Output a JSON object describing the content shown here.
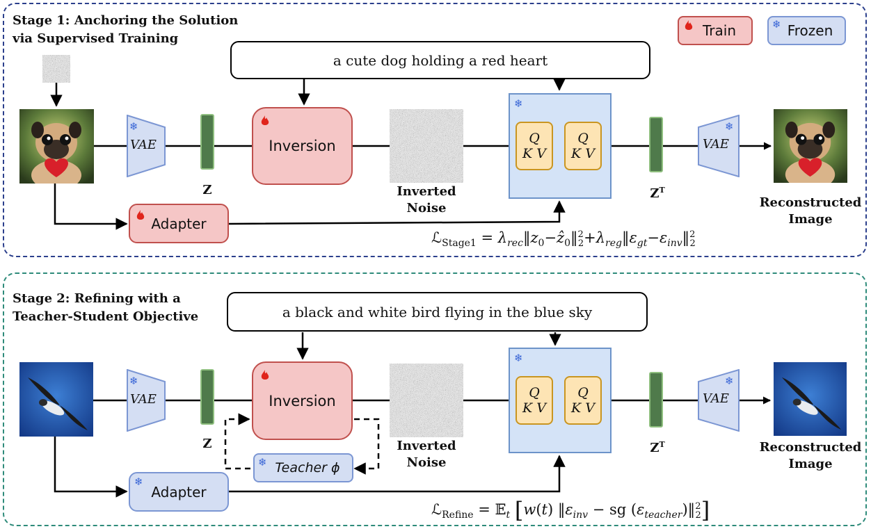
{
  "legend": {
    "train_label": "Train",
    "frozen_label": "Frozen"
  },
  "stage1": {
    "title": "Stage 1: Anchoring the Solution\nvia Supervised Training",
    "prompt": "a cute dog holding a red heart",
    "vae_label": "VAE",
    "z_label": "Z",
    "zt_label": "Z",
    "zt_sup": "T",
    "inversion_label": "Inversion",
    "noise_label": "Inverted\nNoise",
    "q_label": "Q",
    "kv_label": "K V",
    "vae_decoder_label": "VAE",
    "output_label": "Reconstructed\nImage",
    "adapter_label": "Adapter",
    "formula_lhs_sub": "Stage1"
  },
  "stage2": {
    "title": "Stage 2: Refining with a\nTeacher-Student Objective",
    "prompt": "a black and white bird flying in the blue sky",
    "vae_label": "VAE",
    "z_label": "Z",
    "zt_label": "Z",
    "zt_sup": "T",
    "inversion_label": "Inversion",
    "teacher_label": "Teacher",
    "teacher_symbol": "ϕ",
    "noise_label": "Inverted\nNoise",
    "q_label": "Q",
    "kv_label": "K V",
    "vae_decoder_label": "VAE",
    "output_label": "Reconstructed\nImage",
    "adapter_label": "Adapter",
    "formula_lhs_sub": "Refine"
  },
  "colors": {
    "train_fill": "#f5c6c6",
    "train_border": "#c0504d",
    "frozen_fill": "#d4def3",
    "frozen_border": "#7b96d3",
    "stage1_border": "#2b3f8c",
    "stage2_border": "#2e8b7a",
    "latent": "#4f7a4b",
    "qkv_fill": "#fde4b4"
  }
}
